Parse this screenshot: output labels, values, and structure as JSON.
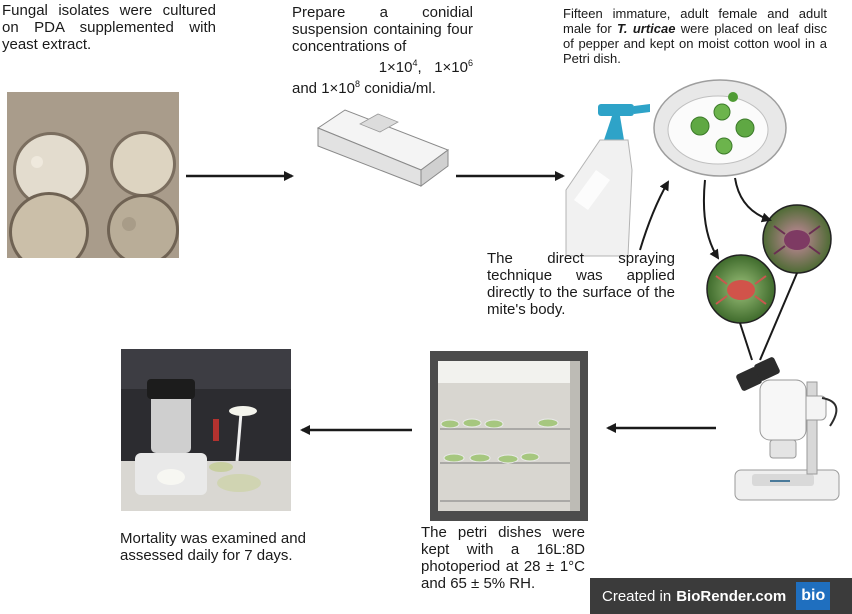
{
  "steps": {
    "step1_text": "Fungal isolates were cultured on PDA supplemented with yeast extract.",
    "step2_text_a": "Prepare a conidial suspension containing four concentrations of",
    "step2_conc_1": "1×10",
    "step2_exp_1": "4",
    "step2_conc_2": "1×10",
    "step2_exp_2": "6",
    "step2_and": "and",
    "step2_conc_3": "1×10",
    "step2_exp_3": "8",
    "step2_text_b": "conidia/ml.",
    "step3_text_a": "Fifteen immature, adult female and adult male for",
    "step3_species": "T. urticae",
    "step3_text_b": "were placed on leaf disc of pepper and kept on moist cotton wool in a Petri dish.",
    "spray_text": "The direct spraying technique was applied directly to the surface of the mite's body.",
    "incubate_text": "The petri dishes were kept with a 16L:8D photoperiod at 28 ± 1°C and 65 ± 5% RH.",
    "mortality_text": "Mortality was examined and assessed daily for 7 days."
  },
  "badge": {
    "created": "Created in",
    "brand": "BioRender.com",
    "logo": "bio"
  },
  "colors": {
    "arrow": "#1a1a1a",
    "badge_bg": "#3b3b3b",
    "logo_bg": "#1f6fbf",
    "spray_cap": "#2ea3c8"
  }
}
